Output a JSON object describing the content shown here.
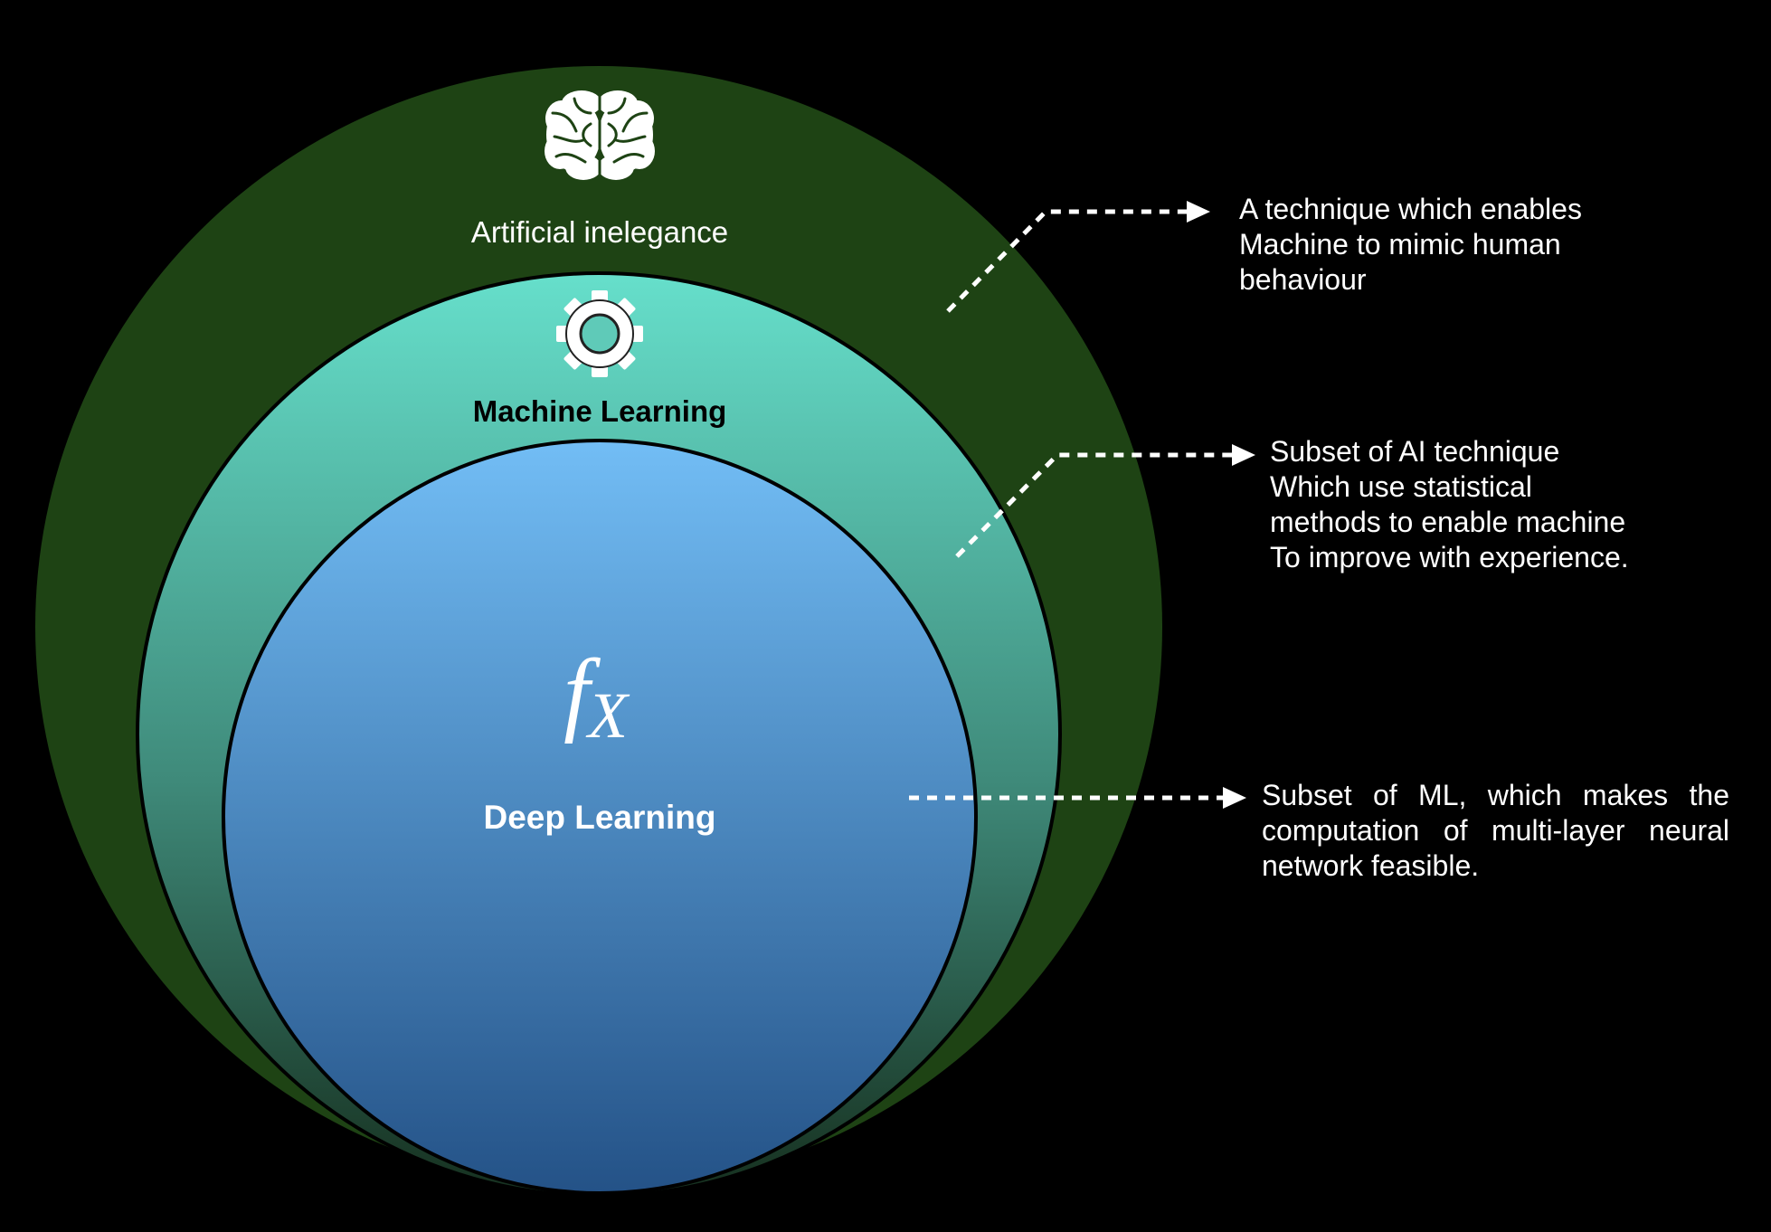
{
  "circles": {
    "ai": {
      "label": "Artificial inelegance",
      "icon": "brain-icon",
      "color": "#1e4314"
    },
    "ml": {
      "label": "Machine Learning",
      "icon": "gear-icon",
      "gradient_top": "#66dfcb",
      "gradient_bottom": "#1a3a2a"
    },
    "dl": {
      "label": "Deep Learning",
      "icon": "function-fx-icon",
      "symbol_f": "f",
      "symbol_x": "X",
      "gradient_top": "#72bdf5",
      "gradient_bottom": "#245287"
    }
  },
  "descriptions": {
    "ai": [
      "A technique which enables",
      "Machine to mimic human",
      "behaviour"
    ],
    "ml": [
      "Subset of AI technique",
      "Which use statistical",
      "methods to enable machine",
      "To improve with experience."
    ],
    "dl": [
      "Subset of ML, which makes the",
      "computation of multi-layer neural",
      "network feasible."
    ]
  },
  "background_color": "#000000",
  "connector_color": "#ffffff"
}
